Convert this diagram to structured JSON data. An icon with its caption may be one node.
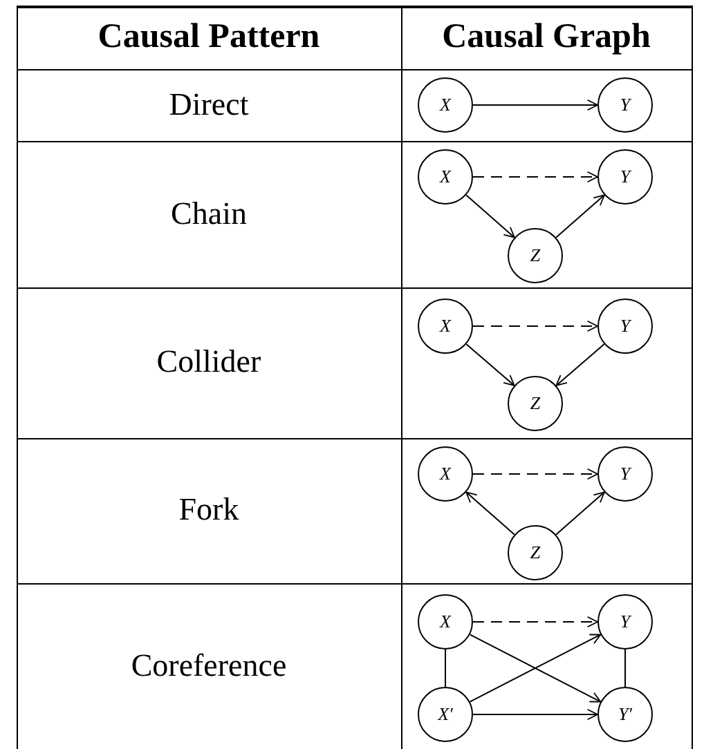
{
  "diagram": {
    "nodes": [
      {
        "text": [
          "X"
        ]
      },
      {
        "text": [
          "Y"
        ]
      },
      {
        "text": [
          "X"
        ]
      },
      {
        "text": [
          "Y"
        ]
      },
      {
        "text": [
          "Z"
        ]
      },
      {
        "text": [
          "X"
        ]
      },
      {
        "text": [
          "Y"
        ]
      },
      {
        "text": [
          "Z"
        ]
      },
      {
        "text": [
          "X"
        ]
      },
      {
        "text": [
          "Y"
        ]
      },
      {
        "text": [
          "Z"
        ]
      },
      {
        "text": [
          "X"
        ]
      },
      {
        "text": [
          "Y"
        ]
      },
      {
        "text": [
          "X′"
        ]
      },
      {
        "text": [
          "Y′"
        ]
      }
    ],
    "edges": [
      {
        "from": 0,
        "to": 1,
        "arrow": "to"
      },
      {
        "from": 2,
        "to": 3,
        "arrow": "to",
        "style": "dashed"
      },
      {
        "from": 2,
        "to": 4,
        "arrow": "to"
      },
      {
        "from": 4,
        "to": 3,
        "arrow": "to"
      },
      {
        "from": 5,
        "to": 6,
        "arrow": "to",
        "style": "dashed"
      },
      {
        "from": 5,
        "to": 7,
        "arrow": "to"
      },
      {
        "from": 6,
        "to": 7,
        "arrow": "to"
      },
      {
        "from": 8,
        "to": 9,
        "arrow": "to",
        "style": "dashed"
      },
      {
        "from": 10,
        "to": 8,
        "arrow": "to"
      },
      {
        "from": 10,
        "to": 9,
        "arrow": "to"
      },
      {
        "from": 11,
        "to": 12,
        "arrow": "to",
        "style": "dashed"
      },
      {
        "from": 11,
        "to": 14,
        "arrow": "to"
      },
      {
        "from": 13,
        "to": 12,
        "arrow": "to"
      },
      {
        "from": 13,
        "to": 14,
        "arrow": "to"
      },
      {
        "from": 11,
        "to": 13,
        "arrow": "none"
      },
      {
        "from": 12,
        "to": 14,
        "arrow": "none"
      }
    ],
    "labels": [
      "Causal Pattern",
      "Causal Graph",
      "Direct",
      "Chain",
      "Collider",
      "Fork",
      "Coreference"
    ]
  }
}
